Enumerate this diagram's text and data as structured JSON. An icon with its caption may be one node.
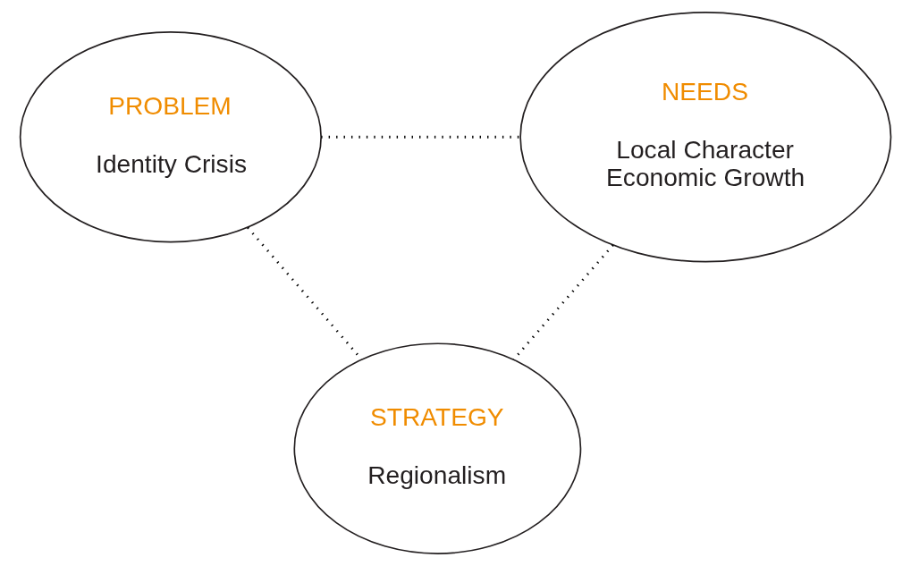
{
  "diagram": {
    "nodes": [
      {
        "text": [
          "PROBLEM",
          "Identity Crisis"
        ]
      },
      {
        "text": [
          "NEEDS",
          "Local Character",
          "Economic Growth"
        ]
      },
      {
        "text": [
          "STRATEGY",
          "Regionalism"
        ]
      }
    ],
    "edges": [
      {
        "from": 0,
        "to": 1,
        "arrow": "none",
        "style": "dashed"
      },
      {
        "from": 0,
        "to": 2,
        "arrow": "none",
        "style": "dashed"
      },
      {
        "from": 1,
        "to": 2,
        "arrow": "none",
        "style": "dashed"
      }
    ]
  }
}
